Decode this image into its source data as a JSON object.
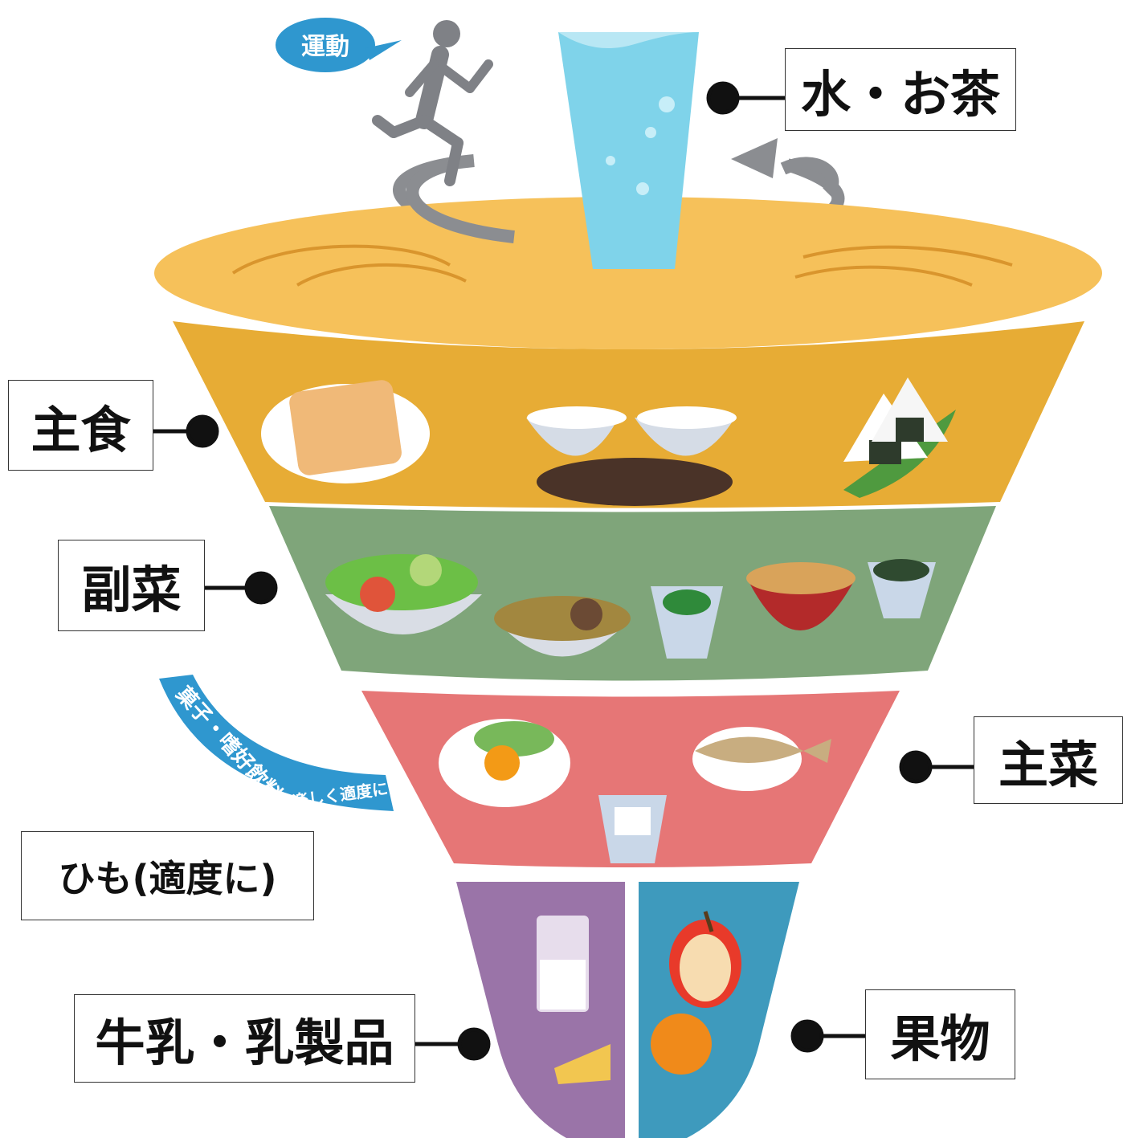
{
  "labels": {
    "water": "水・お茶",
    "staple": "主食",
    "side": "副菜",
    "main": "主菜",
    "string": "ひも(適度に)",
    "dairy": "牛乳・乳製品",
    "fruit": "果物"
  },
  "bubble": {
    "text": "運動"
  },
  "ribbon": {
    "text": "菓子・嗜好飲料",
    "sub": "楽しく適度に"
  },
  "colors": {
    "top": "#f6c15a",
    "staple": "#e7ac35",
    "side": "#7fa57a",
    "main": "#e67676",
    "dairy": "#9a74a8",
    "fruit": "#3e9abd",
    "water": "#7fd3ea",
    "arrow": "#8b8d91",
    "bubble": "#2f97cf"
  }
}
